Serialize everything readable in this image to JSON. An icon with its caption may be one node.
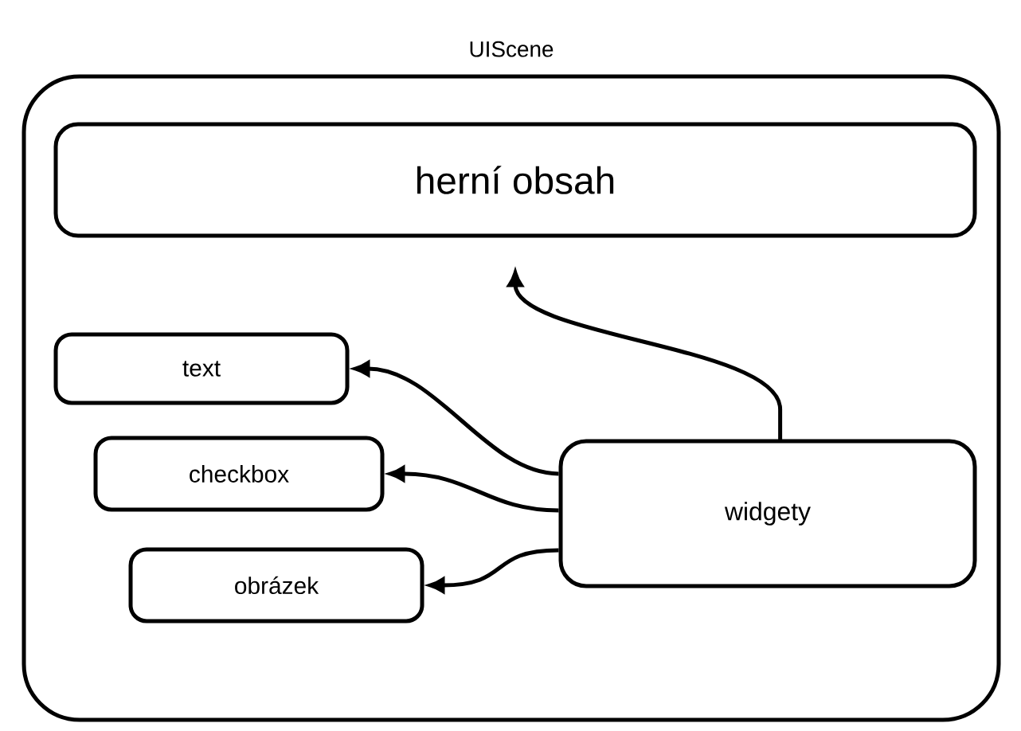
{
  "diagram": {
    "nodes": [
      {
        "text": [
          "UIScene"
        ]
      },
      {
        "text": [
          "herní obsah"
        ],
        "in": 0
      },
      {
        "text": [
          "text"
        ],
        "in": 0
      },
      {
        "text": [
          "checkbox"
        ],
        "in": 0
      },
      {
        "text": [
          "obrázek"
        ],
        "in": 0
      },
      {
        "text": [
          "widgety"
        ],
        "in": 0
      }
    ],
    "edges": [
      {
        "from": 5,
        "to": 1,
        "arrow": "to"
      },
      {
        "from": 5,
        "to": 2,
        "arrow": "to"
      },
      {
        "from": 5,
        "to": 3,
        "arrow": "to"
      },
      {
        "from": 5,
        "to": 4,
        "arrow": "to"
      }
    ]
  }
}
